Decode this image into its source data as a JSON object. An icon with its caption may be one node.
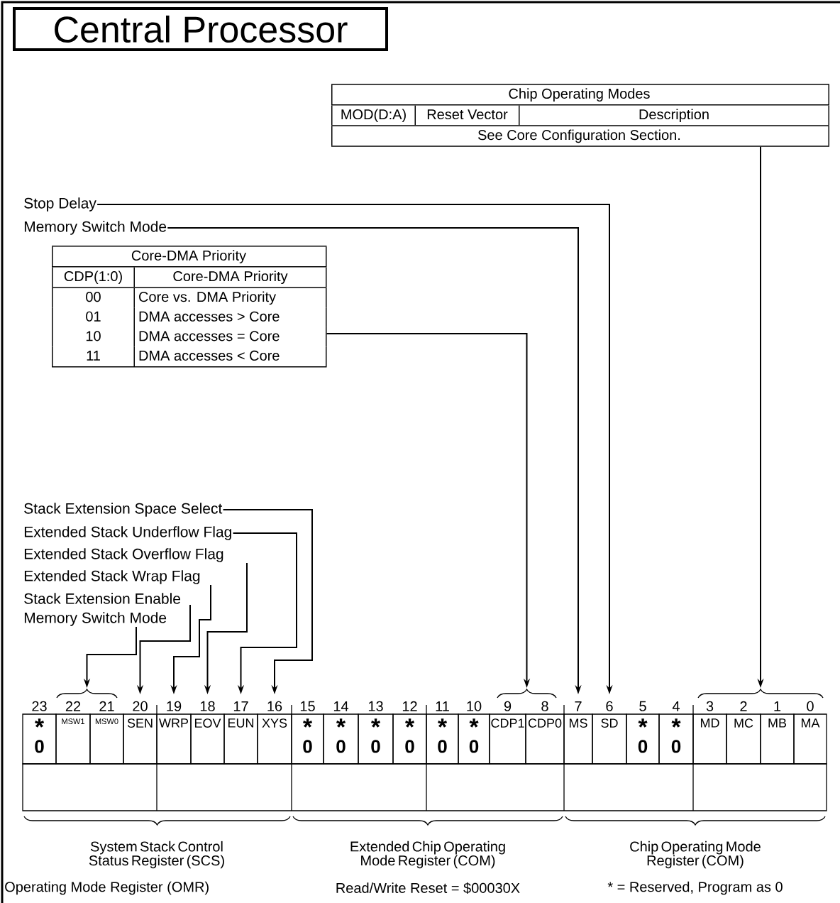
{
  "diagram": {
    "title": "Central Processor",
    "nodes": [
      {
        "text": [
          "Chip Operating Modes",
          "MOD(D:A)",
          "Reset Vector",
          "Description",
          "See Core Configuration Section."
        ]
      },
      {
        "text": [
          "Stop Delay"
        ]
      },
      {
        "text": [
          "Memory Switch Mode"
        ]
      },
      {
        "text": [
          "Core-DMA Priority",
          "CDP(1:0)",
          "Core-DMA Priority",
          "00",
          "Core vs. DMA Priority",
          "01",
          "DMA accesses > Core",
          "10",
          "DMA accesses = Core",
          "11",
          "DMA accesses < Core"
        ]
      },
      {
        "text": [
          "Stack Extension Space Select"
        ]
      },
      {
        "text": [
          "Extended Stack Underflow Flag"
        ]
      },
      {
        "text": [
          "Extended Stack Overflow Flag"
        ]
      },
      {
        "text": [
          "Extended Stack Wrap Flag"
        ]
      },
      {
        "text": [
          "Stack Extension Enable"
        ]
      },
      {
        "text": [
          "Memory Switch Mode"
        ]
      },
      {
        "text": [],
        "shape": "brace"
      },
      {
        "text": [],
        "shape": "brace"
      },
      {
        "text": [],
        "shape": "brace"
      },
      {
        "text": [
          "*",
          "0"
        ],
        "beside": [
          "23"
        ]
      },
      {
        "text": [
          "MSW1"
        ],
        "beside": [
          "22"
        ]
      },
      {
        "text": [
          "MSW0"
        ],
        "beside": [
          "21"
        ]
      },
      {
        "text": [
          "SEN"
        ],
        "beside": [
          "20"
        ]
      },
      {
        "text": [
          "WRP"
        ],
        "beside": [
          "19"
        ]
      },
      {
        "text": [
          "EOV"
        ],
        "beside": [
          "18"
        ]
      },
      {
        "text": [
          "EUN"
        ],
        "beside": [
          "17"
        ]
      },
      {
        "text": [
          "XYS"
        ],
        "beside": [
          "16"
        ]
      },
      {
        "text": [
          "*",
          "0"
        ],
        "beside": [
          "15"
        ]
      },
      {
        "text": [
          "*",
          "0"
        ],
        "beside": [
          "14"
        ]
      },
      {
        "text": [
          "*",
          "0"
        ],
        "beside": [
          "13"
        ]
      },
      {
        "text": [
          "*",
          "0"
        ],
        "beside": [
          "12"
        ]
      },
      {
        "text": [
          "*",
          "0"
        ],
        "beside": [
          "11"
        ]
      },
      {
        "text": [
          "*",
          "0"
        ],
        "beside": [
          "10"
        ]
      },
      {
        "text": [
          "CDP1"
        ],
        "beside": [
          "9"
        ]
      },
      {
        "text": [
          "CDP0"
        ],
        "beside": [
          "8"
        ]
      },
      {
        "text": [
          "MS"
        ],
        "beside": [
          "7"
        ]
      },
      {
        "text": [
          "SD"
        ],
        "beside": [
          "6"
        ]
      },
      {
        "text": [
          "*",
          "0"
        ],
        "beside": [
          "5"
        ]
      },
      {
        "text": [
          "*",
          "0"
        ],
        "beside": [
          "4"
        ]
      },
      {
        "text": [
          "MD"
        ],
        "beside": [
          "3"
        ]
      },
      {
        "text": [
          "MC"
        ],
        "beside": [
          "2"
        ]
      },
      {
        "text": [
          "MB"
        ],
        "beside": [
          "1"
        ]
      },
      {
        "text": [
          "MA"
        ],
        "beside": [
          "0"
        ]
      }
    ],
    "edges": [
      {
        "from": 0,
        "to": 12,
        "arrow": "to"
      },
      {
        "from": 1,
        "to": 30,
        "arrow": "to"
      },
      {
        "from": 2,
        "to": 29,
        "arrow": "to"
      },
      {
        "from": 3,
        "to": 11,
        "arrow": "to"
      },
      {
        "from": 4,
        "to": 20,
        "arrow": "to"
      },
      {
        "from": 5,
        "to": 19,
        "arrow": "to"
      },
      {
        "from": 6,
        "to": 18,
        "arrow": "to"
      },
      {
        "from": 7,
        "to": 17,
        "arrow": "to"
      },
      {
        "from": 8,
        "to": 16,
        "arrow": "to"
      },
      {
        "from": 9,
        "to": 10,
        "arrow": "to"
      }
    ],
    "labels": [
      "System Stack Control Status Register (SCS)",
      "Extended Chip Operating Mode Register (COM)",
      "Chip Operating Mode Register (COM)",
      "Operating Mode Register (OMR)",
      "Read/Write Reset = $00030X",
      "* = Reserved, Program as 0"
    ]
  }
}
